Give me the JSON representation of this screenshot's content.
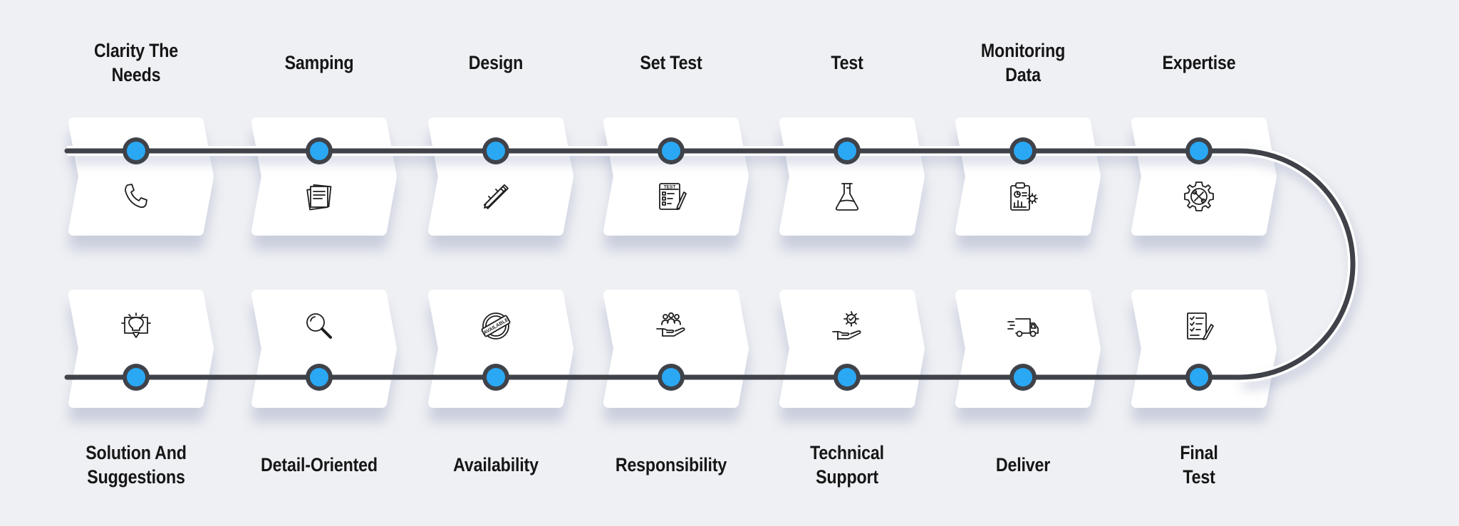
{
  "colors": {
    "background": "#eff0f4",
    "card": "#ffffff",
    "track": "#3f4249",
    "dot_fill": "#2aa8f4",
    "dot_ring": "#3f4249",
    "icon": "#1e1e1e",
    "text": "#161616"
  },
  "top_steps": [
    {
      "label_lines": [
        "Clarity The",
        "Needs"
      ],
      "icon": "phone-icon"
    },
    {
      "label_lines": [
        "Samping"
      ],
      "icon": "documents-icon"
    },
    {
      "label_lines": [
        "Design"
      ],
      "icon": "pencil-ruler-icon"
    },
    {
      "label_lines": [
        "Set Test"
      ],
      "icon": "test-sheet-icon"
    },
    {
      "label_lines": [
        "Test"
      ],
      "icon": "flask-icon"
    },
    {
      "label_lines": [
        "Monitoring",
        "Data"
      ],
      "icon": "clipboard-chart-icon"
    },
    {
      "label_lines": [
        "Expertise"
      ],
      "icon": "gear-tools-icon"
    }
  ],
  "bottom_steps": [
    {
      "label_lines": [
        "Solution And",
        "Suggestions"
      ],
      "icon": "lightbulb-bubble-icon"
    },
    {
      "label_lines": [
        "Detail-Oriented"
      ],
      "icon": "magnifier-icon"
    },
    {
      "label_lines": [
        "Availability"
      ],
      "icon": "available-stamp-icon"
    },
    {
      "label_lines": [
        "Responsibility"
      ],
      "icon": "people-hand-icon"
    },
    {
      "label_lines": [
        "Technical",
        "Support"
      ],
      "icon": "gear-hand-icon"
    },
    {
      "label_lines": [
        "Deliver"
      ],
      "icon": "delivery-truck-icon"
    },
    {
      "label_lines": [
        "Final",
        "Test"
      ],
      "icon": "checklist-pen-icon"
    }
  ],
  "icon_texts": {
    "test_sheet": "TEST",
    "available_stamp": "AVAILABLE"
  }
}
